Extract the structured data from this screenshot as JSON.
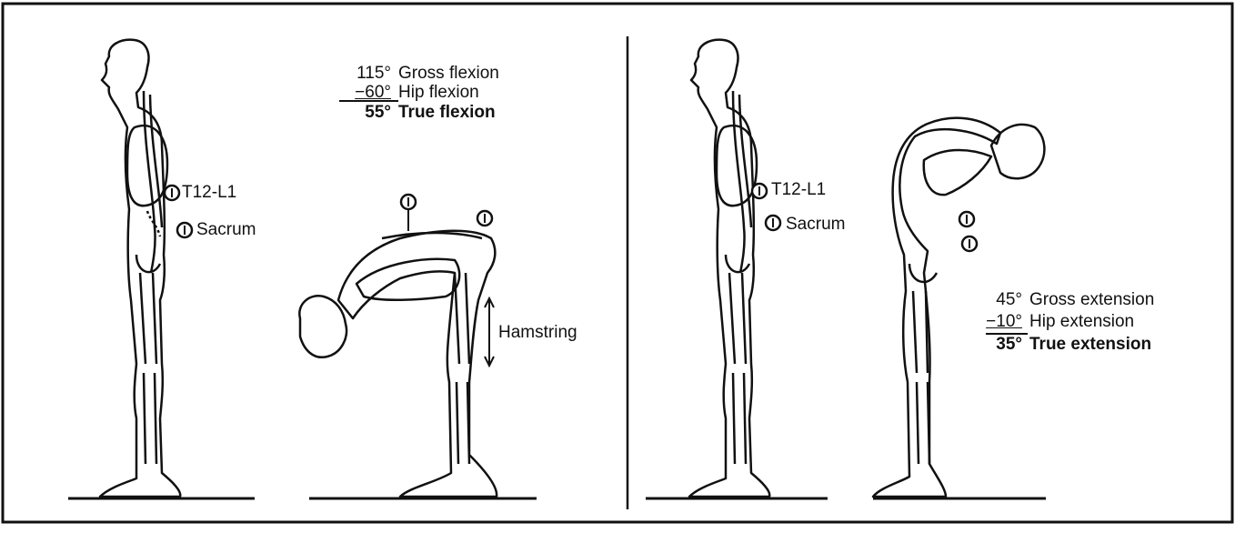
{
  "panels": {
    "flexion": {
      "landmark_upper": "T12-L1",
      "landmark_lower": "Sacrum",
      "muscle": "Hamstring",
      "measures": [
        {
          "angle": "115°",
          "label": "Gross flexion"
        },
        {
          "angle": "−60°",
          "label": "Hip flexion"
        },
        {
          "angle": "55°",
          "label": "True flexion"
        }
      ]
    },
    "extension": {
      "landmark_upper": "T12-L1",
      "landmark_lower": "Sacrum",
      "measures": [
        {
          "angle": "45°",
          "label": "Gross extension"
        },
        {
          "angle": "−10°",
          "label": "Hip extension"
        },
        {
          "angle": "35°",
          "label": "True extension"
        }
      ]
    }
  },
  "colors": {
    "ink": "#111111",
    "background": "#ffffff"
  }
}
